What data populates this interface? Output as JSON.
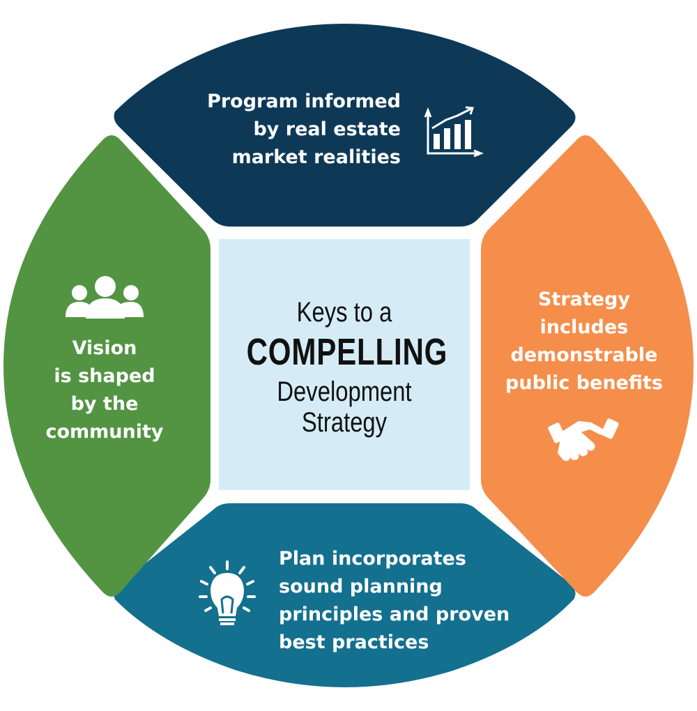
{
  "center": {
    "line1": "Keys to a",
    "line2": "COMPELLING",
    "line3": "Development",
    "line4": "Strategy"
  },
  "segments": {
    "top": {
      "lines": [
        "Program informed",
        "by real estate",
        "market realities"
      ],
      "icon": "growth-chart-icon",
      "color": "#0d3957"
    },
    "right": {
      "lines": [
        "Strategy",
        "includes",
        "demonstrable",
        "public benefits"
      ],
      "icon": "handshake-icon",
      "color": "#f58e4b"
    },
    "bottom": {
      "lines": [
        "Plan incorporates",
        "sound planning",
        "principles and proven",
        "best practices"
      ],
      "icon": "lightbulb-icon",
      "color": "#13708f"
    },
    "left": {
      "lines": [
        "Vision",
        "is shaped",
        "by the",
        "community"
      ],
      "icon": "people-group-icon",
      "color": "#539443"
    }
  },
  "center_color": "#d5ecf7"
}
